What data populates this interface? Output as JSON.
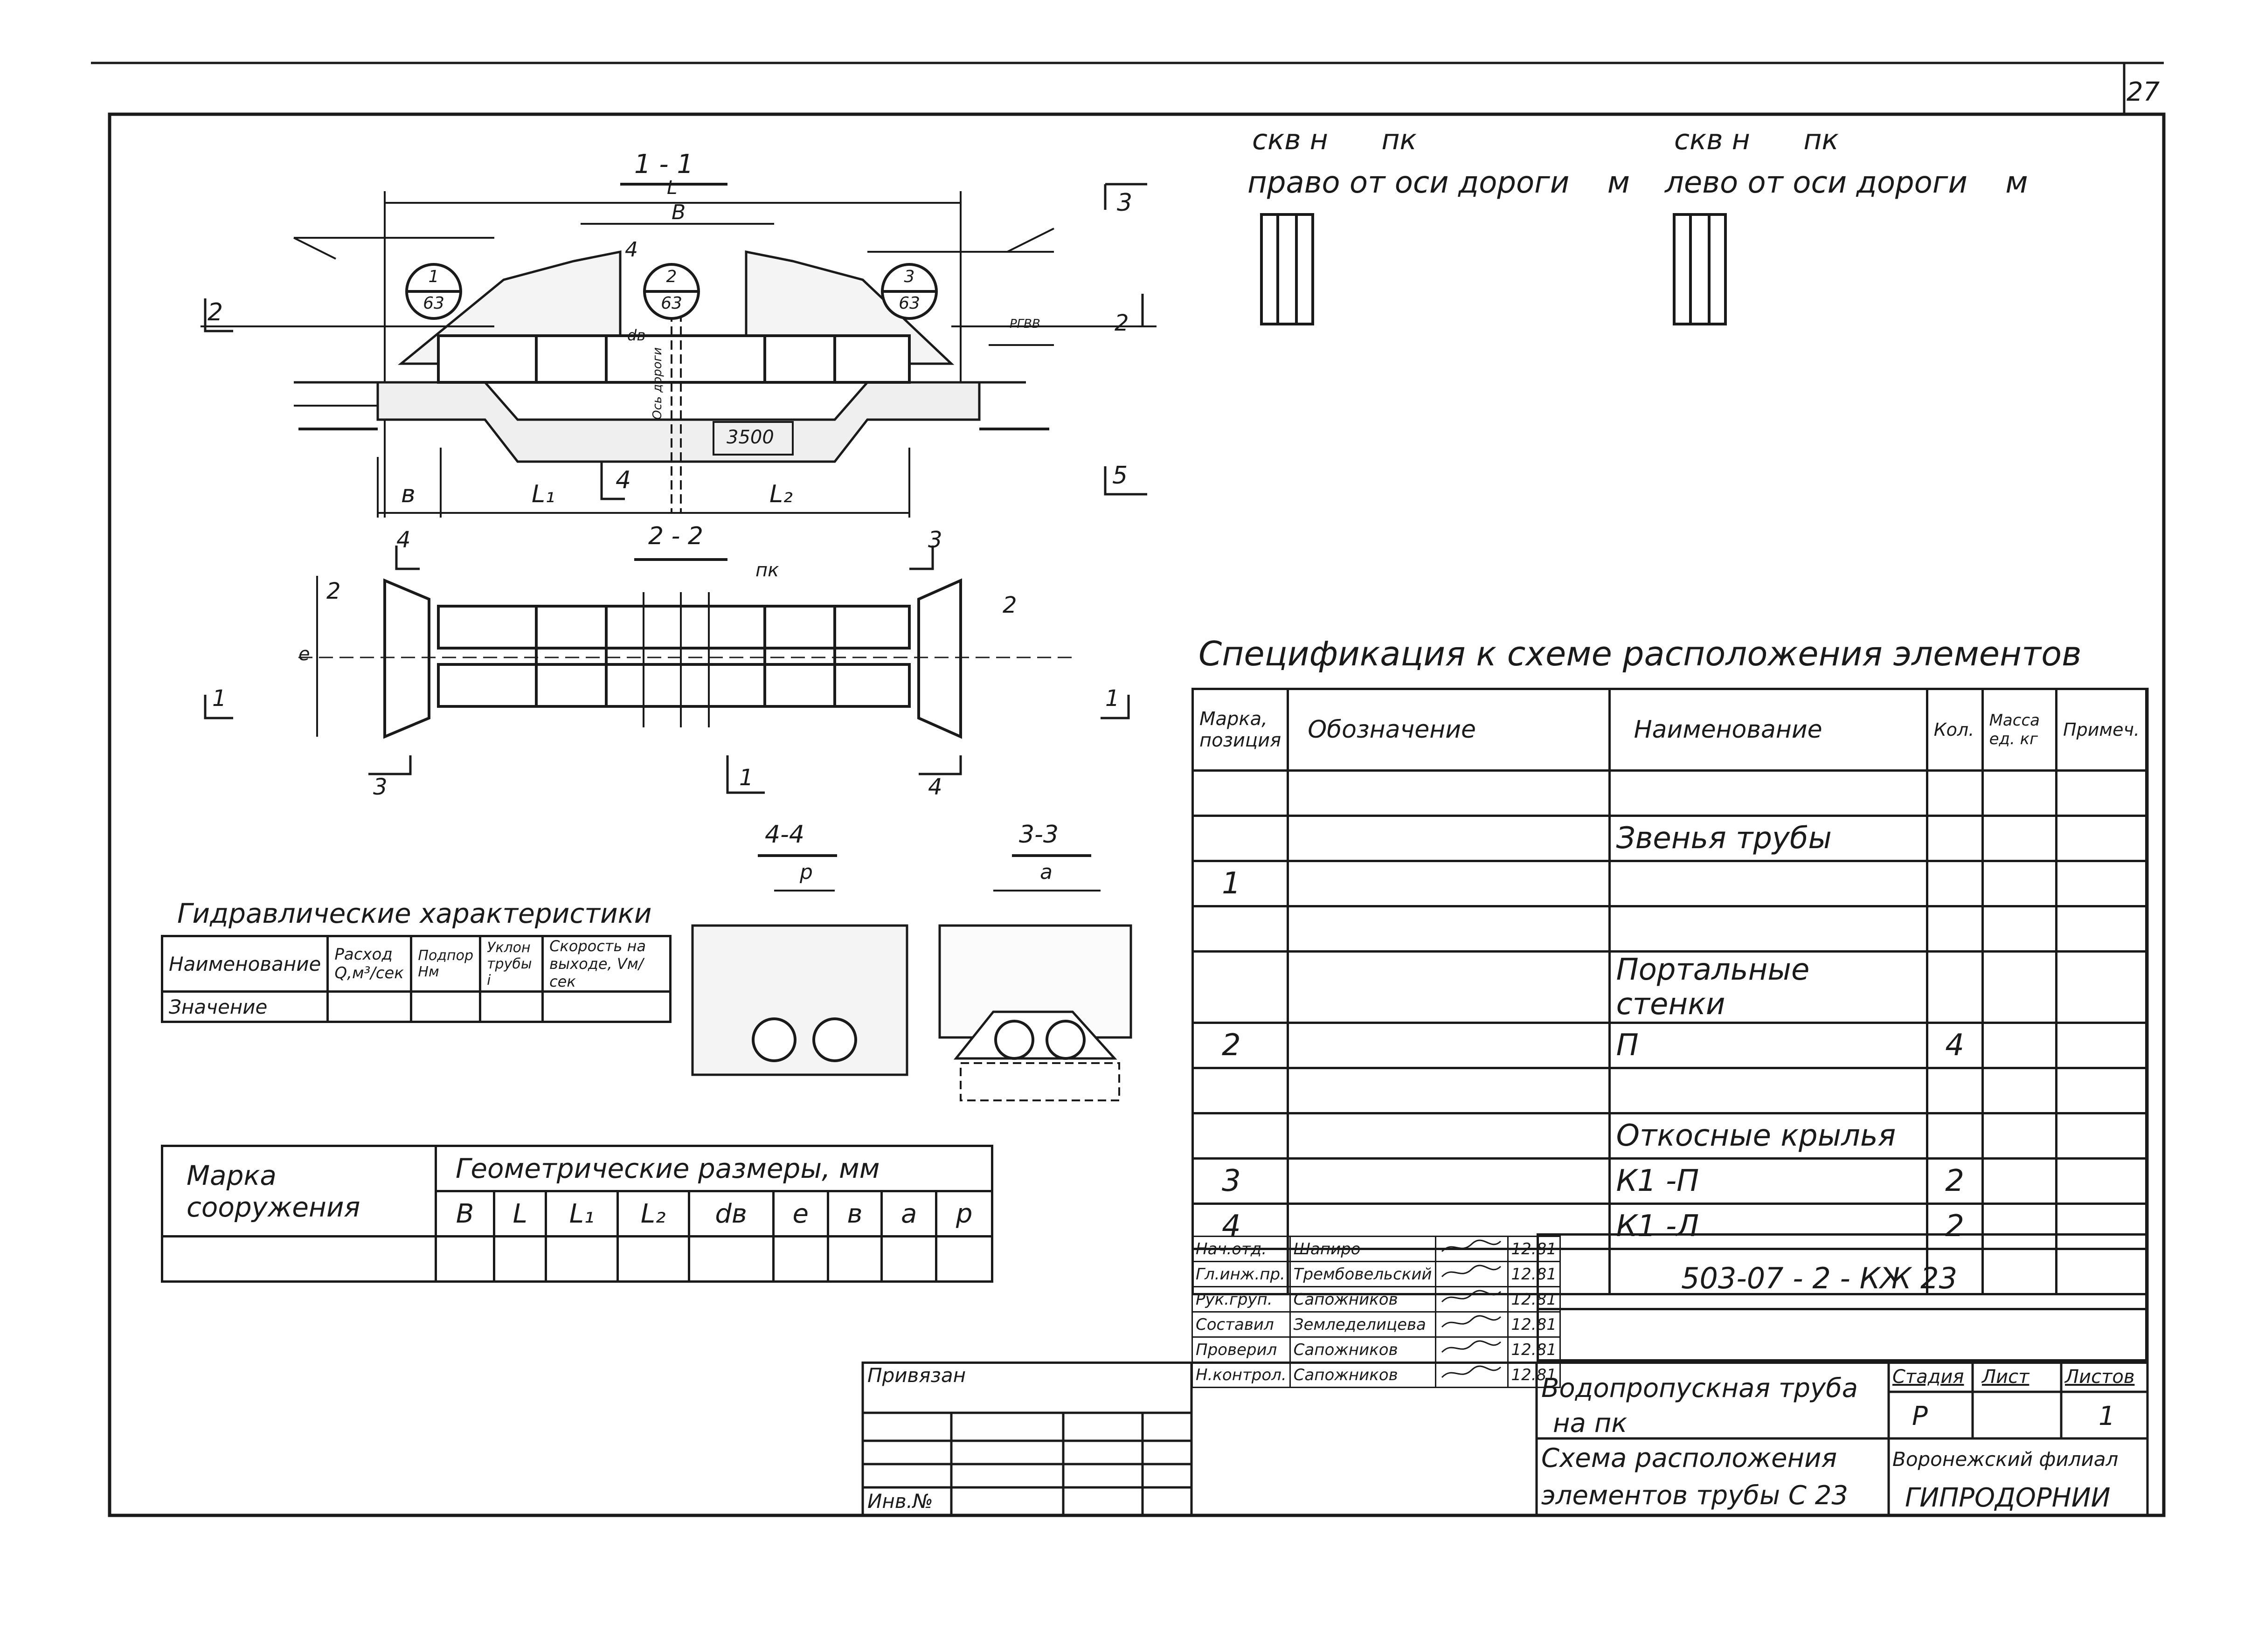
{
  "sheet": {
    "page_number": "27",
    "doc_code": "503-07 - 2 - КЖ 23"
  },
  "header_right": {
    "row1_left": [
      "скв н",
      "пк"
    ],
    "row2_left": [
      "право от оси дороги",
      "м"
    ],
    "row1_right": [
      "скв н",
      "пк"
    ],
    "row2_right": [
      "лево от оси дороги",
      "м"
    ]
  },
  "drawing": {
    "section_1_1": "1 - 1",
    "section_2_2": "2 - 2",
    "section_4_4": "4-4",
    "section_3_3": "3-3",
    "dims": {
      "L": "L",
      "B": "B",
      "b": "в",
      "L1": "L₁",
      "L2": "L₂",
      "d": "dв",
      "dim3500": "3500",
      "p": "p",
      "a": "a",
      "e": "e",
      "pk": "пк",
      "rgvv": "РГВВ",
      "axis": "Ось дороги"
    },
    "callouts": [
      {
        "top": "1",
        "bottom": "63"
      },
      {
        "top": "2",
        "bottom": "63"
      },
      {
        "top": "3",
        "bottom": "63"
      }
    ],
    "markers": {
      "m1": "1",
      "m2": "2",
      "m3": "3",
      "m4": "4",
      "m5": "5"
    }
  },
  "hydraulic": {
    "title": "Гидравлические характеристики",
    "headers": [
      "Наименование",
      "Расход Q,м³/сек",
      "Подпор Hм",
      "Уклон трубы i",
      "Скорость на выходе, Vм/сек"
    ],
    "row_label": "Значение"
  },
  "geometry": {
    "col1": "Марка сооружения",
    "group": "Геометрические размеры, мм",
    "cols": [
      "B",
      "L",
      "L₁",
      "L₂",
      "dв",
      "e",
      "в",
      "a",
      "p"
    ]
  },
  "spec": {
    "title": "Спецификация к схеме расположения элементов",
    "headers": [
      "Марка, позиция",
      "Обозначение",
      "Наименование",
      "Кол.",
      "Масса ед. кг",
      "Примеч."
    ],
    "rows": [
      [
        "",
        "",
        "",
        "",
        "",
        ""
      ],
      [
        "",
        "",
        "Звенья трубы",
        "",
        "",
        ""
      ],
      [
        "1",
        "",
        "",
        "",
        "",
        ""
      ],
      [
        "",
        "",
        "",
        "",
        "",
        ""
      ],
      [
        "",
        "",
        "Портальные стенки",
        "",
        "",
        ""
      ],
      [
        "2",
        "",
        "П",
        "4",
        "",
        ""
      ],
      [
        "",
        "",
        "",
        "",
        "",
        ""
      ],
      [
        "",
        "",
        "Откосные крылья",
        "",
        "",
        ""
      ],
      [
        "3",
        "",
        "К1 -П",
        "2",
        "",
        ""
      ],
      [
        "4",
        "",
        "К1 -Л",
        "2",
        "",
        ""
      ],
      [
        "",
        "",
        "",
        "",
        "",
        ""
      ]
    ]
  },
  "signatures": [
    {
      "role": "Нач.отд.",
      "name": "Шапиро",
      "date": "12.81"
    },
    {
      "role": "Гл.инж.пр.",
      "name": "Трембовельский",
      "date": "12.81"
    },
    {
      "role": "Рук.груп.",
      "name": "Сапожников",
      "date": "12.81"
    },
    {
      "role": "Составил",
      "name": "Земледелицева",
      "date": "12.81"
    },
    {
      "role": "Проверил",
      "name": "Сапожников",
      "date": "12.81"
    },
    {
      "role": "Н.контрол.",
      "name": "Сапожников",
      "date": "12.81"
    }
  ],
  "titleblock": {
    "privyazan": "Привязан",
    "inv": "Инв.№",
    "title1": "Водопропускная труба",
    "title2": "на пк",
    "title3": "Схема расположения",
    "title4": "элементов трубы С 23",
    "stage_label": "Стадия",
    "sheet_label": "Лист",
    "sheets_label": "Листов",
    "stage": "Р",
    "sheets": "1",
    "org1": "Воронежский филиал",
    "org2": "ГИПРОДОРНИИ"
  }
}
